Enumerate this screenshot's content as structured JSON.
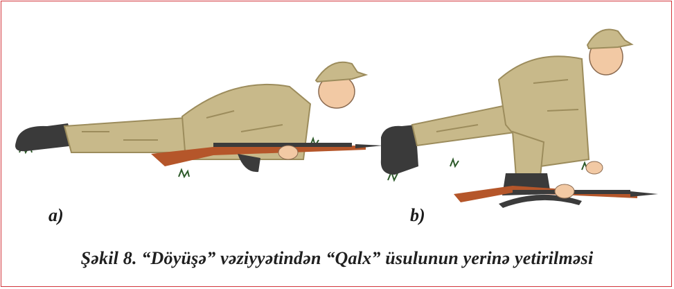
{
  "figure": {
    "label_a": "a)",
    "label_b": "b)",
    "caption": "Şəkil 8. “Döyüşə” vəziyyətindən “Qalx” üsulunun yerinə yetirilməsi"
  },
  "colors": {
    "border": "#d2343a",
    "uniform": "#c8b98a",
    "uniform_shade": "#9c8c5c",
    "skin": "#f2c9a4",
    "boot": "#3a3a3a",
    "rifle_wood": "#b5562a",
    "rifle_metal": "#3b3b3b"
  },
  "icons": [
    "soldier-prone-illustration",
    "soldier-rising-illustration"
  ]
}
